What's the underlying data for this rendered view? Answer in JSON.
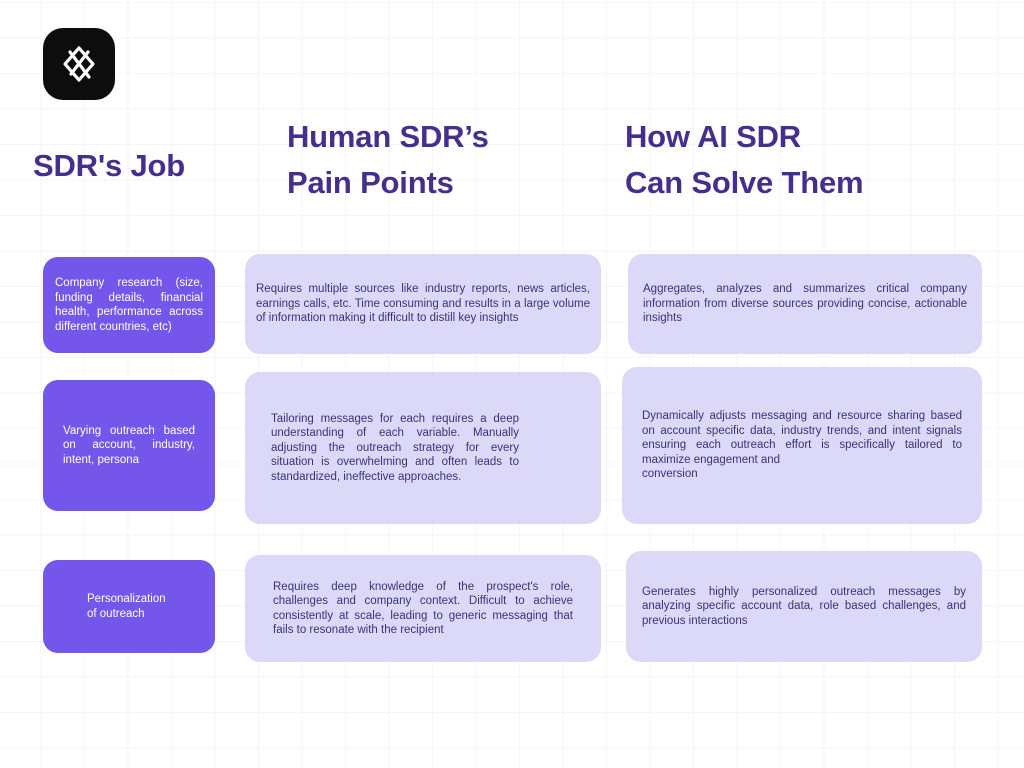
{
  "brand": {
    "logo_icon": "angular-diamond-logo-icon",
    "logo_background": "#0d0d0d"
  },
  "theme": {
    "heading_color": "#452f8e",
    "solid_card_color": "#7457ea",
    "soft_card_color": "#dcd8f8",
    "soft_card_text_color": "#3c3176",
    "page_background": "#ffffff",
    "grid_line_color": "#f6f5fa"
  },
  "columns": [
    {
      "id": "sdr-job",
      "heading_lines": [
        "SDR's Job"
      ]
    },
    {
      "id": "pain-points",
      "heading_lines": [
        "Human SDR’s",
        "Pain Points"
      ]
    },
    {
      "id": "ai-solutions",
      "heading_lines": [
        "How AI SDR",
        "Can Solve Them"
      ]
    }
  ],
  "rows": [
    {
      "id": "company-research",
      "job": "Company research (size, funding details, financial health, performance across different countries, etc)",
      "pain": "Requires multiple sources like industry reports, news articles, earnings calls, etc. Time consuming and results in a large volume of information making it difficult to distill key insights",
      "solution": "Aggregates, analyzes and summarizes critical company information from diverse sources providing concise, actionable insights"
    },
    {
      "id": "varying-outreach",
      "job": "Varying outreach based on account, industry, intent, persona",
      "pain": "Tailoring messages for each requires a deep understanding of each variable. Manually adjusting the outreach strategy for every situation is overwhelming and often leads to standardized, ineffective approaches.",
      "solution": "Dynamically adjusts messaging and resource sharing based on account specific data, industry trends, and intent signals ensuring each outreach effort is specifically tailored to maximize engagement and",
      "solution_tail": "conversion"
    },
    {
      "id": "personalization",
      "job_line1": "Personalization",
      "job_line2": "of outreach",
      "pain": "Requires deep knowledge of the prospect's role, challenges and company context. Difficult to achieve consistently at scale, leading to generic messaging that fails to resonate with the recipient",
      "solution": "Generates highly personalized outreach messages by analyzing specific account data, role based challenges, and previous interactions"
    }
  ]
}
